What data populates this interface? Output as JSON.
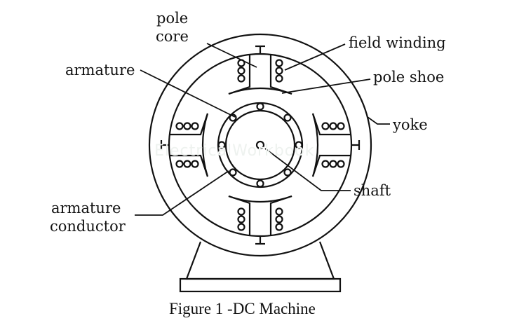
{
  "labels": {
    "pole_core_line1": "pole",
    "pole_core_line2": "core",
    "field_winding": "field winding",
    "armature": "armature",
    "pole_shoe": "pole shoe",
    "yoke": "yoke",
    "shaft": "shaft",
    "armature_conductor_line1": "armature",
    "armature_conductor_line2": "conductor"
  },
  "caption": "Figure 1 -DC Machine",
  "watermark": "ElectricalWorkbook",
  "colors": {
    "stroke": "#111111",
    "background": "#ffffff",
    "watermark": "#eef2ef"
  }
}
